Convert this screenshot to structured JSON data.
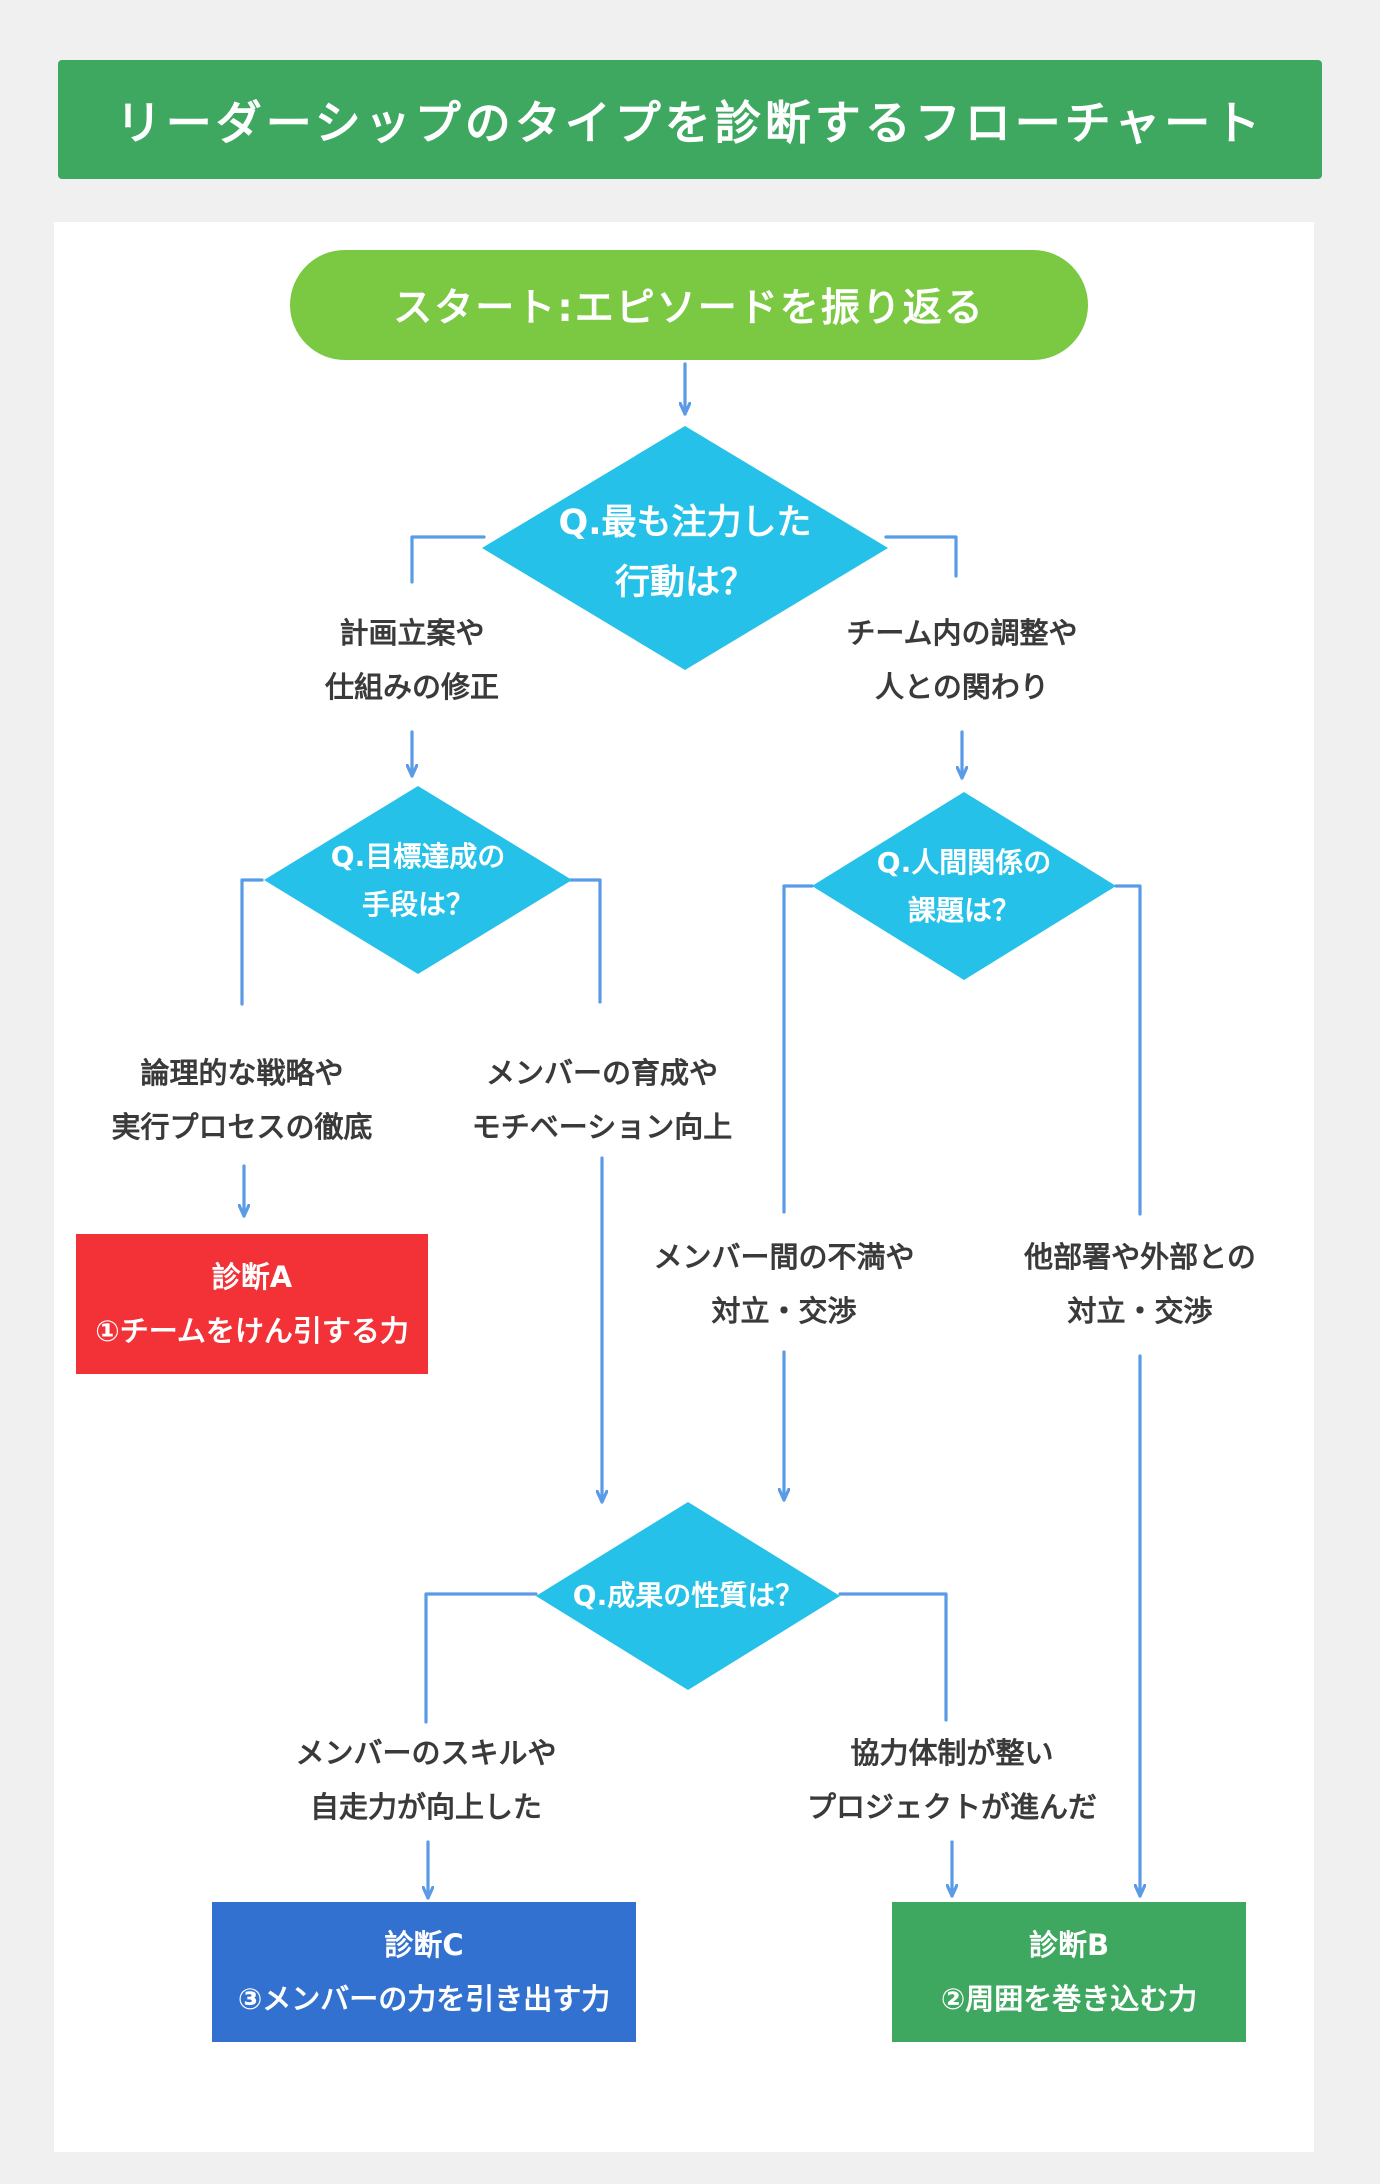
{
  "title": "リーダーシップのタイプを診断するフローチャート",
  "start": "スタート:エピソードを振り返る",
  "questions": {
    "q1": {
      "line1": "Q.最も注力した",
      "line2": "行動は？"
    },
    "q2": {
      "line1": "Q.目標達成の",
      "line2": "手段は？"
    },
    "q3": {
      "line1": "Q.人間関係の",
      "line2": "課題は？"
    },
    "q4": {
      "line1": "Q.成果の性質は？"
    }
  },
  "labels": {
    "planning": {
      "line1": "計画立案や",
      "line2": "仕組みの修正"
    },
    "team": {
      "line1": "チーム内の調整や",
      "line2": "人との関わり"
    },
    "logical": {
      "line1": "論理的な戦略や",
      "line2": "実行プロセスの徹底"
    },
    "member_growth": {
      "line1": "メンバーの育成や",
      "line2": "モチベーション向上"
    },
    "member_conflict": {
      "line1": "メンバー間の不満や",
      "line2": "対立・交渉"
    },
    "external_conflict": {
      "line1": "他部署や外部との",
      "line2": "対立・交渉"
    },
    "skill_up": {
      "line1": "メンバーのスキルや",
      "line2": "自走力が向上した"
    },
    "cooperation": {
      "line1": "協力体制が整い",
      "line2": "プロジェクトが進んだ"
    }
  },
  "results": {
    "a": {
      "line1": "診断A",
      "line2": "①チームをけん引する力",
      "color": "#f23237"
    },
    "b": {
      "line1": "診断B",
      "line2": "②周囲を巻き込む力",
      "color": "#3ea861"
    },
    "c": {
      "line1": "診断C",
      "line2": "③メンバーの力を引き出す力",
      "color": "#3371d1"
    }
  },
  "colors": {
    "title_bg": "#3ea861",
    "start_bg": "#7bc843",
    "diamond": "#25c1e8",
    "connector": "#5a9be6"
  }
}
